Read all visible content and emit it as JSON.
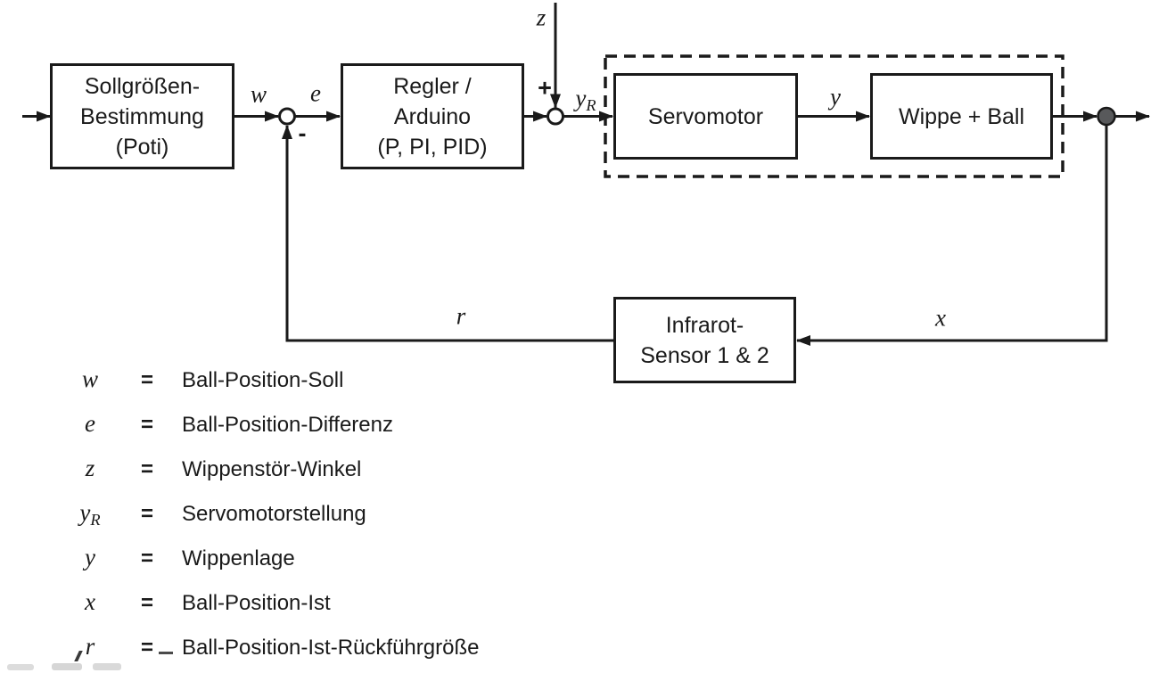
{
  "diagram": {
    "blocks": {
      "sollgroessen": {
        "line1": "Sollgrößen-",
        "line2": "Bestimmung",
        "line3": "(Poti)"
      },
      "regler": {
        "line1": "Regler /",
        "line2": "Arduino",
        "line3": "(P, PI, PID)"
      },
      "servomotor": {
        "label": "Servomotor"
      },
      "wippe_ball": {
        "label": "Wippe + Ball"
      },
      "infrarot_sensor": {
        "line1": "Infrarot-",
        "line2": "Sensor 1 & 2"
      }
    },
    "signal_labels": {
      "w": "w",
      "e": "e",
      "z": "z",
      "yR_base": "y",
      "yR_sub": "R",
      "y": "y",
      "x": "x",
      "r": "r",
      "plus": "+",
      "minus": "-"
    }
  },
  "legend": {
    "rows": [
      {
        "symbol": "w",
        "symbol_sub": "",
        "equals": "=",
        "description": "Ball-Position-Soll"
      },
      {
        "symbol": "e",
        "symbol_sub": "",
        "equals": "=",
        "description": "Ball-Position-Differenz"
      },
      {
        "symbol": "z",
        "symbol_sub": "",
        "equals": "=",
        "description": "Wippenstör-Winkel"
      },
      {
        "symbol": "y",
        "symbol_sub": "R",
        "equals": "=",
        "description": "Servomotorstellung"
      },
      {
        "symbol": "y",
        "symbol_sub": "",
        "equals": "=",
        "description": "Wippenlage"
      },
      {
        "symbol": "x",
        "symbol_sub": "",
        "equals": "=",
        "description": "Ball-Position-Ist"
      },
      {
        "symbol": "r",
        "symbol_sub": "",
        "equals": "=",
        "description": "Ball-Position-Ist-Rückführgröße"
      }
    ]
  },
  "colors": {
    "line": "#1a1a1a",
    "background": "#ffffff",
    "branch_node_fill": "#58595b"
  }
}
